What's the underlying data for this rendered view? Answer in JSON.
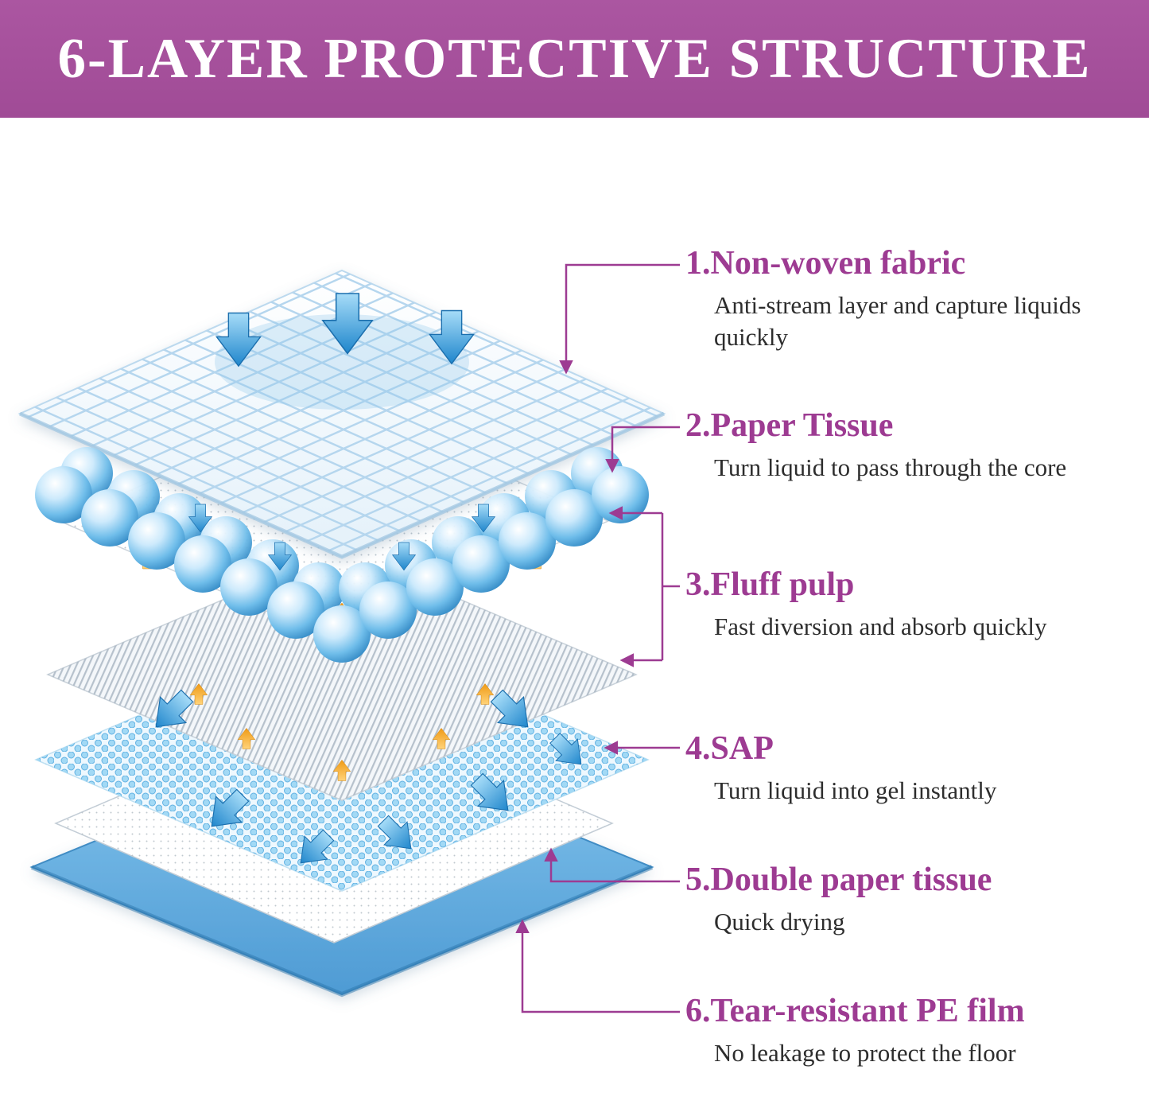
{
  "header": {
    "title": "6-LAYER PROTECTIVE STRUCTURE",
    "background_color": "#a5519c",
    "text_color": "#ffffff"
  },
  "labels": [
    {
      "title": "1.Non-woven fabric",
      "desc": "Anti-stream layer and capture liquids quickly"
    },
    {
      "title": "2.Paper Tissue",
      "desc": "Turn liquid to pass through the core"
    },
    {
      "title": "3.Fluff pulp",
      "desc": "Fast diversion and absorb quickly"
    },
    {
      "title": "4.SAP",
      "desc": "Turn liquid into gel instantly"
    },
    {
      "title": "5.Double paper tissue",
      "desc": "Quick drying"
    },
    {
      "title": "6.Tear-resistant PE film",
      "desc": "No leakage to protect the floor"
    }
  ],
  "colors": {
    "accent_magenta": "#9d3b92",
    "connector_line": "#9d3b92",
    "film_blue": "#59a5d8",
    "arrow_blue": "#2e8fd0",
    "arrow_orange": "#f5a623",
    "ball_blue": "#6fbdea"
  }
}
